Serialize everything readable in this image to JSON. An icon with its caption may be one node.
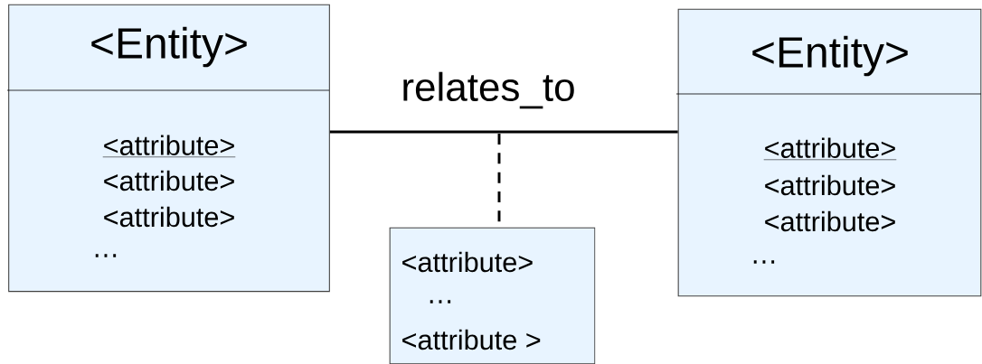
{
  "diagram": {
    "nodes": [
      {
        "text": [
          "<Entity>",
          "<attribute>",
          "<attribute>",
          "<attribute>",
          "…"
        ]
      },
      {
        "text": [
          "<Entity>",
          "<attribute>",
          "<attribute>",
          "<attribute>",
          "…"
        ]
      },
      {
        "text": [
          "<attribute>",
          "…",
          "<attribute >"
        ]
      }
    ],
    "edges": [
      {
        "from": 0,
        "to": 1,
        "arrow": "none",
        "label": "relates_to"
      },
      {
        "from": null,
        "to": 2,
        "arrow": "none",
        "style": "dashed"
      }
    ]
  }
}
